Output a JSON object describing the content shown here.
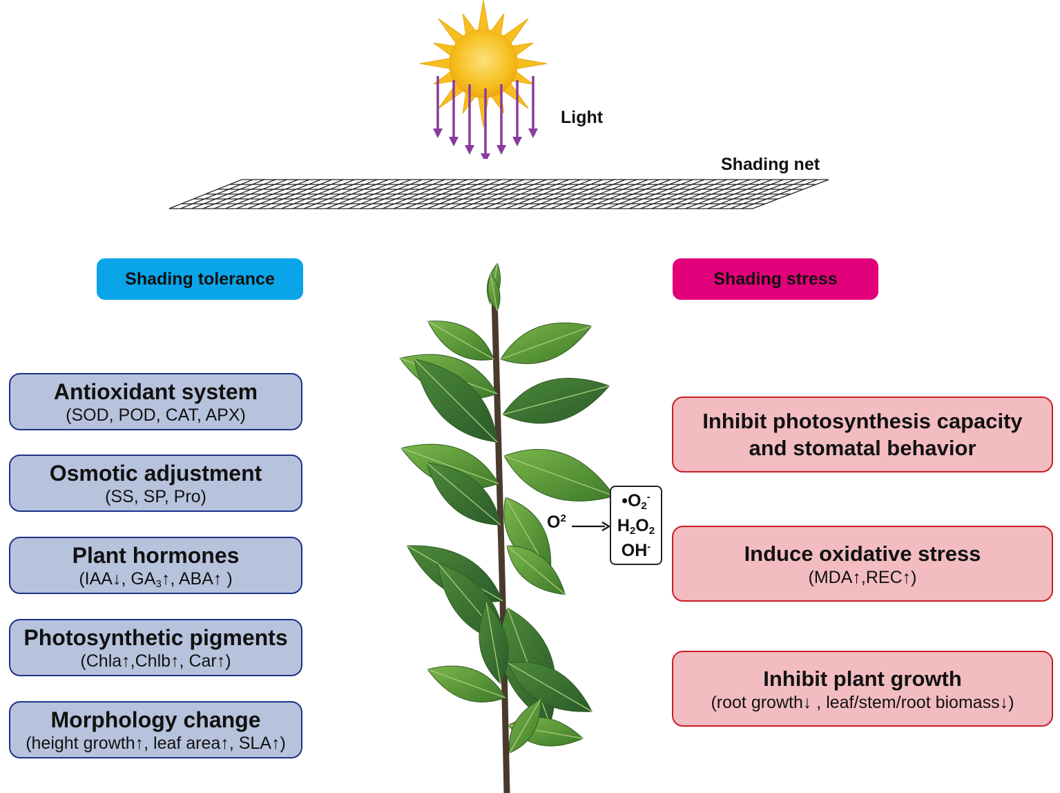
{
  "labels": {
    "light": "Light",
    "shading_net": "Shading net",
    "tolerance": "Shading tolerance",
    "stress": "Shading stress"
  },
  "colors": {
    "tolerance_pill": "#0aa4e8",
    "stress_pill": "#e2007a",
    "left_box_fill": "#b7c3dd",
    "left_box_border": "#1e2f86",
    "right_box_fill": "#f2bcc1",
    "right_box_border": "#c81e24",
    "ray_arrow": "#8b3a9e",
    "sun": "#f7c21a"
  },
  "left_boxes": [
    {
      "title": "Antioxidant system",
      "sub": "(SOD, POD, CAT, APX)"
    },
    {
      "title": "Osmotic adjustment",
      "sub": "(SS, SP, Pro)"
    },
    {
      "title": "Plant hormones",
      "sub_parts": [
        "(IAA",
        "↓",
        ", GA",
        "3",
        "↑",
        ", ABA",
        "↑",
        " )"
      ]
    },
    {
      "title": "Photosynthetic pigments",
      "sub_parts": [
        "(Chla",
        "↑",
        ",Chlb",
        "↑",
        ", Car",
        "↑",
        ")"
      ]
    },
    {
      "title": "Morphology change",
      "sub_parts": [
        "(height growth",
        "↑",
        ", leaf area",
        "↑",
        ", SLA",
        "↑",
        ")"
      ]
    }
  ],
  "right_boxes": [
    {
      "title_lines": [
        "Inhibit photosynthesis capacity",
        "and stomatal behavior"
      ]
    },
    {
      "title": "Induce oxidative stress",
      "sub_parts": [
        "(MDA",
        "↑",
        ",REC",
        "↑",
        ")"
      ]
    },
    {
      "title": "Inhibit plant growth",
      "sub_parts": [
        "(root growth",
        "↓",
        " , leaf/stem/root biomass",
        "↓",
        ")"
      ]
    }
  ],
  "ros": {
    "source": "O",
    "source_sup": "2",
    "superoxide": [
      "•O",
      "2",
      "-"
    ],
    "peroxide": [
      "H",
      "2",
      "O",
      "2"
    ],
    "hydroxyl": [
      "OH",
      "-"
    ]
  }
}
